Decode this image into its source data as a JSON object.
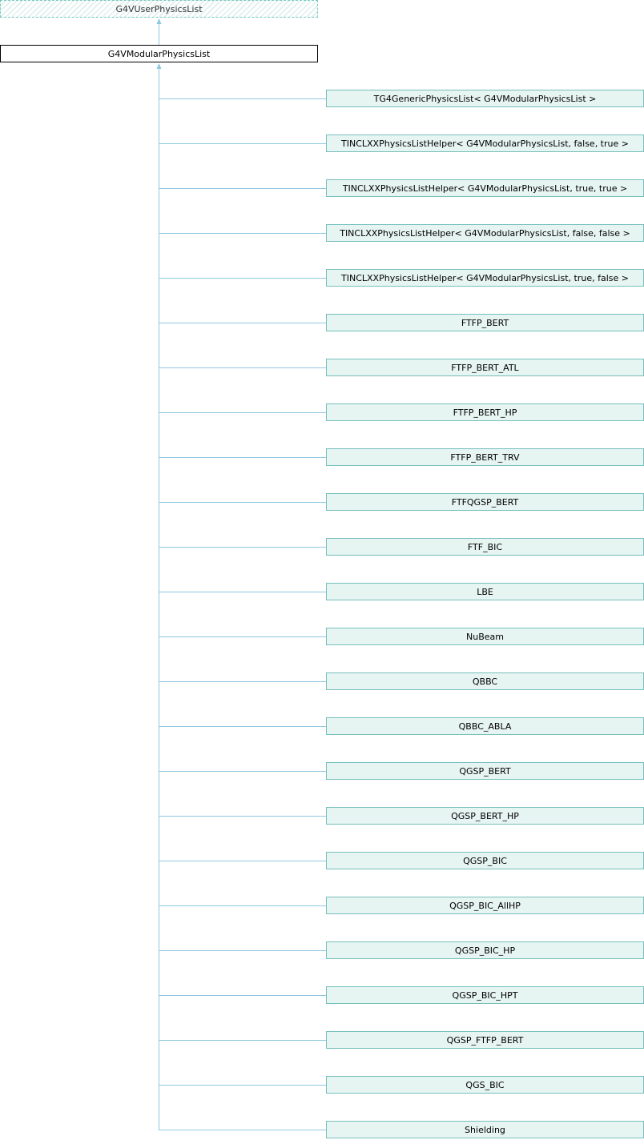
{
  "base_class": "G4VUserPhysicsList",
  "current_class": "G4VModularPhysicsList",
  "derived_classes": [
    "TG4GenericPhysicsList< G4VModularPhysicsList >",
    "TINCLXXPhysicsListHelper< G4VModularPhysicsList, false, true >",
    "TINCLXXPhysicsListHelper< G4VModularPhysicsList, true, true >",
    "TINCLXXPhysicsListHelper< G4VModularPhysicsList, false, false >",
    "TINCLXXPhysicsListHelper< G4VModularPhysicsList, true, false >",
    "FTFP_BERT",
    "FTFP_BERT_ATL",
    "FTFP_BERT_HP",
    "FTFP_BERT_TRV",
    "FTFQGSP_BERT",
    "FTF_BIC",
    "LBE",
    "NuBeam",
    "QBBC",
    "QBBC_ABLA",
    "QGSP_BERT",
    "QGSP_BERT_HP",
    "QGSP_BIC",
    "QGSP_BIC_AllHP",
    "QGSP_BIC_HP",
    "QGSP_BIC_HPT",
    "QGSP_FTFP_BERT",
    "QGS_BIC",
    "Shielding"
  ],
  "colors": {
    "edge": "#8fc8e0",
    "child_fill": "#e6f4f2",
    "child_border": "#76c0bc"
  }
}
